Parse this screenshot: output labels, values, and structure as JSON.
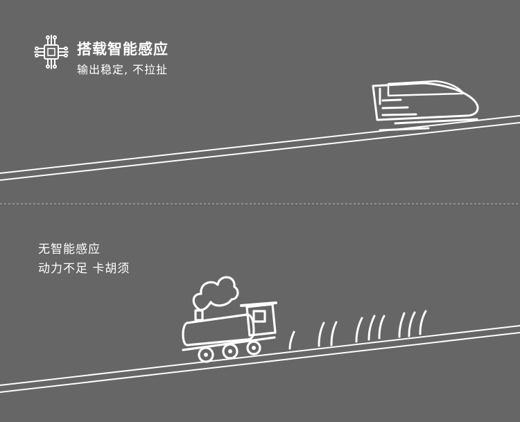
{
  "smart_panel": {
    "heading": "搭载智能感应",
    "subheading": "输出稳定, 不拉扯",
    "icon": "chip-icon"
  },
  "no_smart_panel": {
    "heading": "无智能感应",
    "subheading": "动力不足 卡胡须"
  },
  "colors": {
    "background": "#666666",
    "foreground": "#ffffff",
    "divider": "#a8a8a8"
  }
}
